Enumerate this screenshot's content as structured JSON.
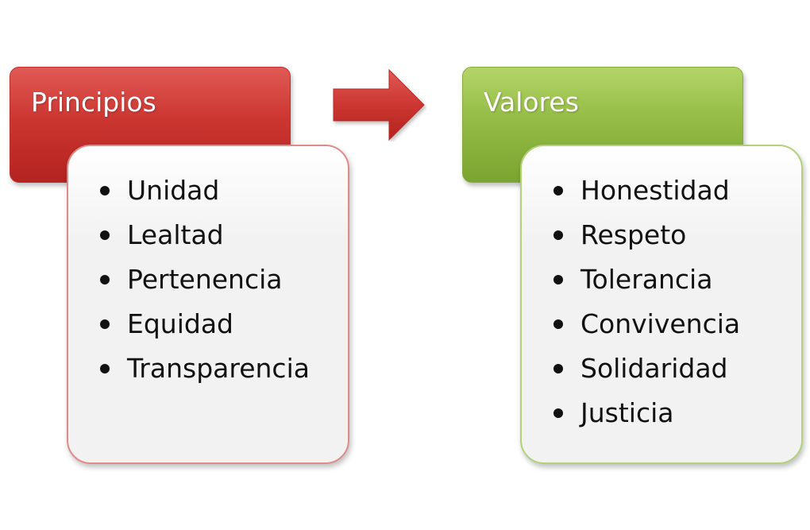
{
  "principles": {
    "title": "Principios",
    "items": [
      "Unidad",
      "Lealtad",
      "Pertenencia",
      "Equidad",
      "Transparencia"
    ]
  },
  "values": {
    "title": "Valores",
    "items": [
      "Honestidad",
      "Respeto",
      "Tolerancia",
      "Convivencia",
      "Solidaridad",
      "Justicia"
    ]
  },
  "colors": {
    "red_accent": "#cc3631",
    "green_accent": "#94bc46",
    "list_background": "#f2f2f2"
  }
}
